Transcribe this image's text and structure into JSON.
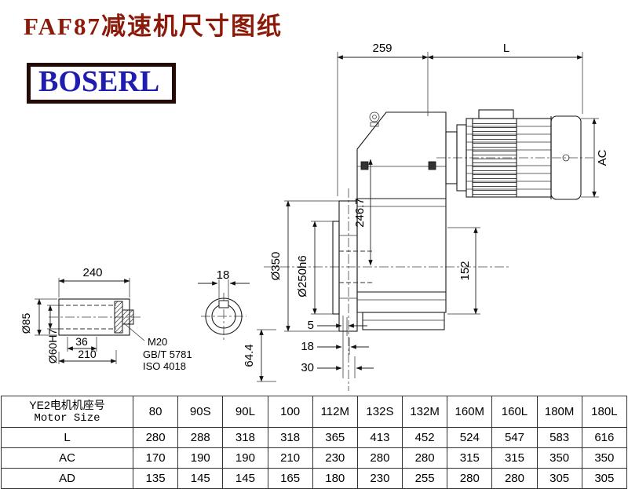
{
  "page": {
    "title": "FAF87减速机尺寸图纸",
    "logo_text": "BOSERL"
  },
  "colors": {
    "title_red": "#8b1a0a",
    "logo_blue": "#1f1caf",
    "logo_border": "#230a04",
    "line_color": "#1a1a1a"
  },
  "drawing": {
    "dims": {
      "d259": "259",
      "L": "L",
      "AC": "AC",
      "dia350": "Ø350",
      "dia250": "Ø250h6",
      "d2467": "246.7",
      "d152": "152",
      "d5": "5",
      "d18": "18",
      "d30": "30",
      "d644": "64.4",
      "d240": "240",
      "dia85": "Ø85",
      "dia60": "Ø60H7",
      "d36": "36",
      "d210": "210",
      "m20": "M20",
      "gbt5781": "GB/T 5781",
      "iso4018": "ISO 4018",
      "key18": "18"
    }
  },
  "table": {
    "header_cn": "YE2电机机座号",
    "header_en": "Motor Size",
    "columns": [
      "80",
      "90S",
      "90L",
      "100",
      "112M",
      "132S",
      "132M",
      "160M",
      "160L",
      "180M",
      "180L"
    ],
    "rows": [
      {
        "label": "L",
        "values": [
          "280",
          "288",
          "318",
          "318",
          "365",
          "413",
          "452",
          "524",
          "547",
          "583",
          "616"
        ]
      },
      {
        "label": "AC",
        "values": [
          "170",
          "190",
          "190",
          "210",
          "230",
          "280",
          "280",
          "315",
          "315",
          "350",
          "350"
        ]
      },
      {
        "label": "AD",
        "values": [
          "135",
          "145",
          "145",
          "165",
          "180",
          "230",
          "255",
          "280",
          "280",
          "305",
          "305"
        ]
      }
    ]
  }
}
